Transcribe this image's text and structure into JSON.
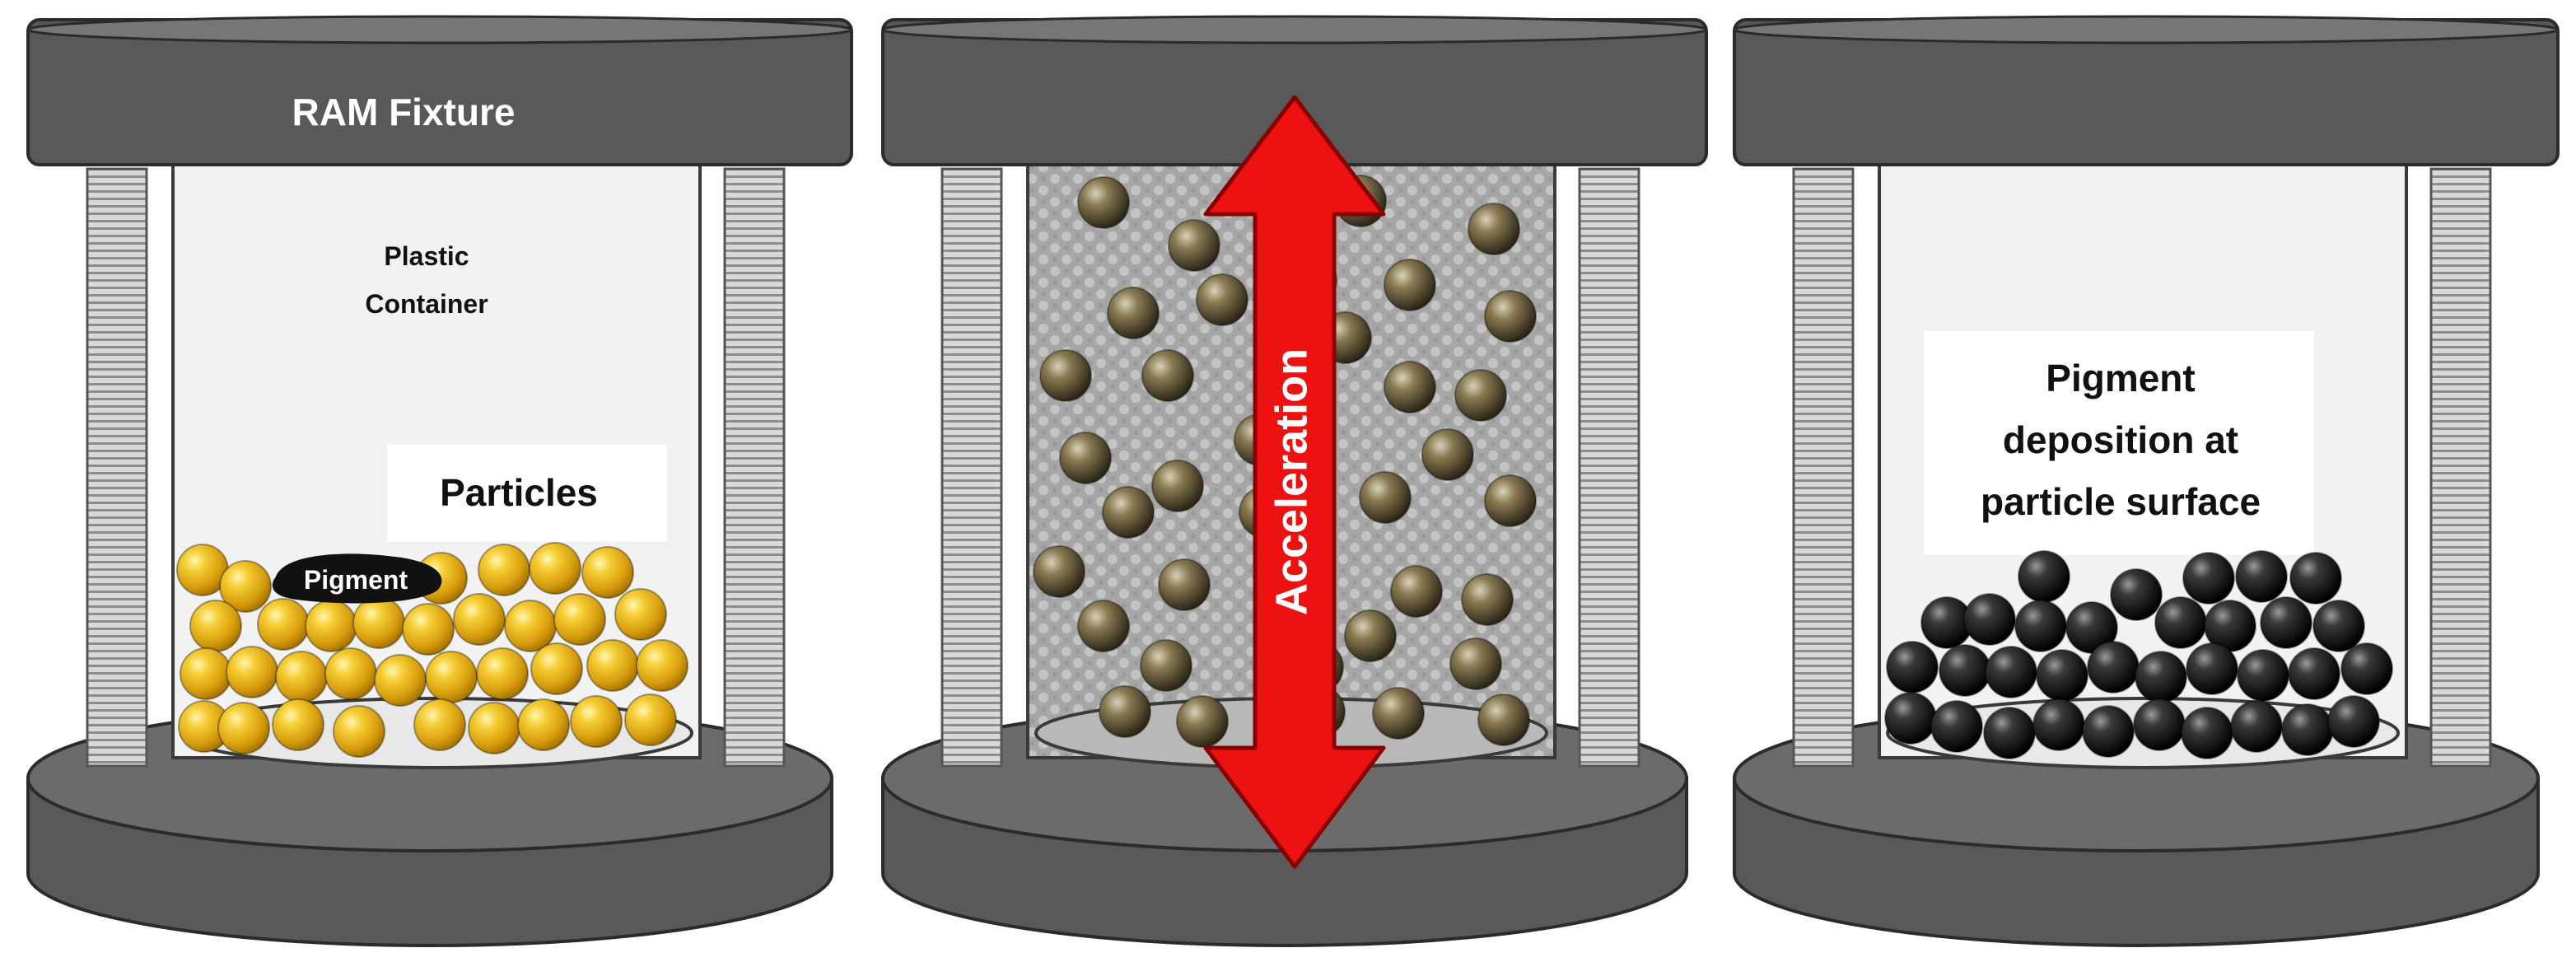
{
  "figure": {
    "panels": [
      {
        "id": "initial",
        "labels": {
          "fixture": "RAM Fixture",
          "container_line1": "Plastic",
          "container_line2": "Container",
          "particles": "Particles",
          "pigment": "Pigment"
        },
        "particle_color": "#e8b820"
      },
      {
        "id": "mixing",
        "labels": {
          "arrow": "Acceleration"
        },
        "particle_color": "#8a7a52",
        "arrow_color": "#ee1111"
      },
      {
        "id": "result",
        "labels": {
          "line1": "Pigment",
          "line2": "deposition at",
          "line3": "particle surface"
        },
        "particle_color": "#222222"
      }
    ],
    "colors": {
      "fixture_plate": "#595959",
      "fixture_edge": "#2b2b2b",
      "rod": "#bfbfbf",
      "container": "#f2f2f2"
    }
  }
}
